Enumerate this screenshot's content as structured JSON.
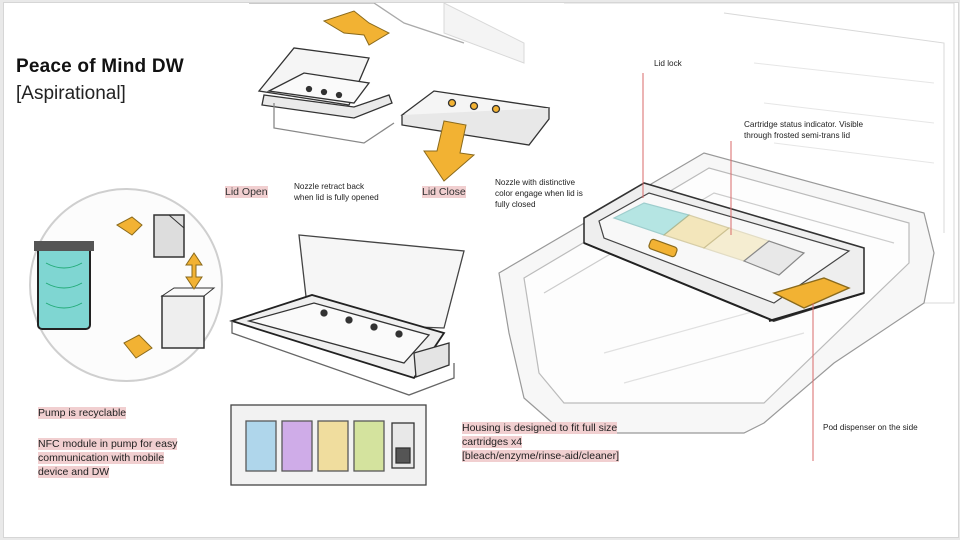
{
  "title": "Peace of Mind DW",
  "subtitle": "[Aspirational]",
  "labels": {
    "lid_open": "Lid Open",
    "lid_close": "Lid Close",
    "nozzle_retract": [
      "Nozzle retract back",
      "when lid is fully opened"
    ],
    "nozzle_engage": [
      "Nozzle with distinctive",
      "color engage when lid is",
      "fully closed"
    ],
    "lid_lock": "Lid lock",
    "cartridge_status": [
      "Cartridge status indicator. Visible",
      "through frosted semi-trans lid"
    ],
    "pod_dispenser": "Pod dispenser on the side",
    "pump_recyclable": "Pump is recyclable",
    "nfc_module": [
      "NFC module in pump for easy",
      "communication with mobile",
      "device and DW"
    ],
    "housing": [
      "Housing is designed to fit full size",
      "cartridges x4",
      "[bleach/enzyme/rinse-aid/cleaner]"
    ]
  },
  "colors": {
    "highlight": "#f1cfd0",
    "callout_line": "#d96a6a",
    "arrow": "#f2b233",
    "cartridge_teal": "#7fd6d2",
    "cartridge_purple": "#c79be6",
    "cartridge_yellow": "#f0d98a",
    "cartridge_green": "#cde08a"
  }
}
